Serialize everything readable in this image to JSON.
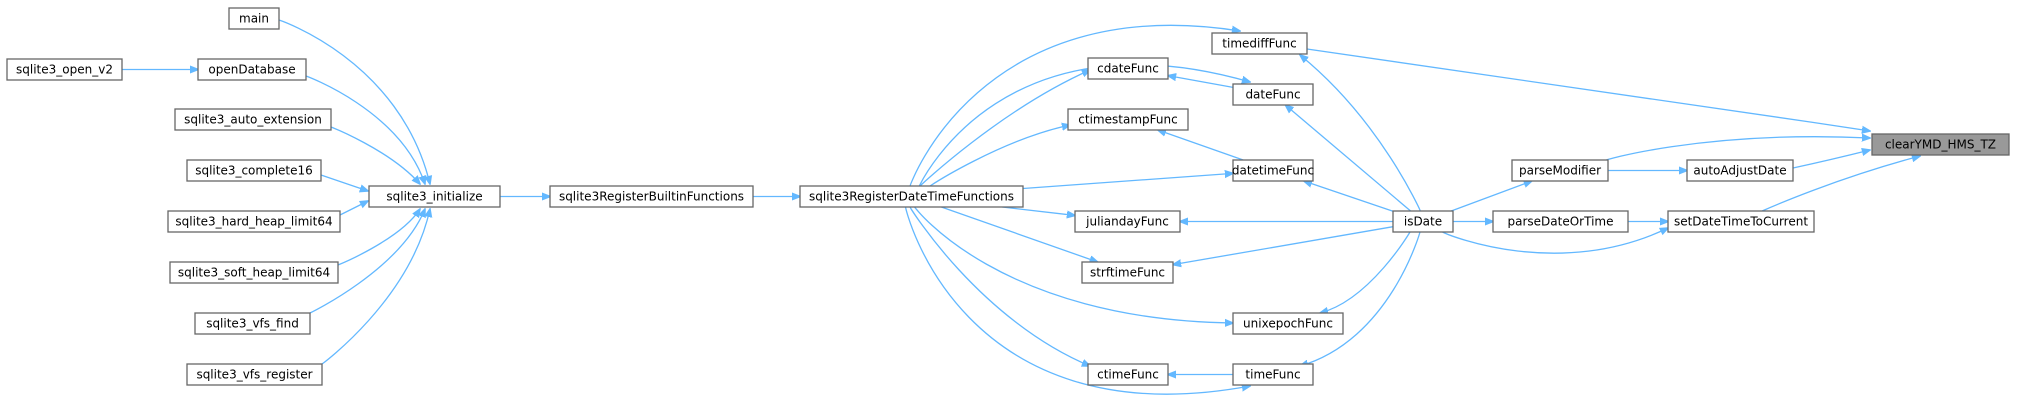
{
  "graph": {
    "nodes": [
      {
        "id": "clearYMD_HMS_TZ",
        "label": "clearYMD_HMS_TZ",
        "root": true
      },
      {
        "id": "timediffFunc",
        "label": "timediffFunc"
      },
      {
        "id": "parseModifier",
        "label": "parseModifier"
      },
      {
        "id": "autoAdjustDate",
        "label": "autoAdjustDate"
      },
      {
        "id": "setDateTimeToCurrent",
        "label": "setDateTimeToCurrent"
      },
      {
        "id": "isDate",
        "label": "isDate"
      },
      {
        "id": "parseDateOrTime",
        "label": "parseDateOrTime"
      },
      {
        "id": "cdateFunc",
        "label": "cdateFunc"
      },
      {
        "id": "dateFunc",
        "label": "dateFunc"
      },
      {
        "id": "ctimestampFunc",
        "label": "ctimestampFunc"
      },
      {
        "id": "datetimeFunc",
        "label": "datetimeFunc"
      },
      {
        "id": "juliandayFunc",
        "label": "juliandayFunc"
      },
      {
        "id": "strftimeFunc",
        "label": "strftimeFunc"
      },
      {
        "id": "unixepochFunc",
        "label": "unixepochFunc"
      },
      {
        "id": "ctimeFunc",
        "label": "ctimeFunc"
      },
      {
        "id": "timeFunc",
        "label": "timeFunc"
      },
      {
        "id": "sqlite3RegisterDateTimeFunctions",
        "label": "sqlite3RegisterDateTimeFunctions"
      },
      {
        "id": "sqlite3RegisterBuiltinFunctions",
        "label": "sqlite3RegisterBuiltinFunctions"
      },
      {
        "id": "sqlite3_initialize",
        "label": "sqlite3_initialize"
      },
      {
        "id": "main",
        "label": "main"
      },
      {
        "id": "openDatabase",
        "label": "openDatabase"
      },
      {
        "id": "sqlite3_open_v2",
        "label": "sqlite3_open_v2"
      },
      {
        "id": "sqlite3_auto_extension",
        "label": "sqlite3_auto_extension"
      },
      {
        "id": "sqlite3_complete16",
        "label": "sqlite3_complete16"
      },
      {
        "id": "sqlite3_hard_heap_limit64",
        "label": "sqlite3_hard_heap_limit64"
      },
      {
        "id": "sqlite3_soft_heap_limit64",
        "label": "sqlite3_soft_heap_limit64"
      },
      {
        "id": "sqlite3_vfs_find",
        "label": "sqlite3_vfs_find"
      },
      {
        "id": "sqlite3_vfs_register",
        "label": "sqlite3_vfs_register"
      }
    ],
    "edges": [
      {
        "from": "timediffFunc",
        "to": "clearYMD_HMS_TZ"
      },
      {
        "from": "parseModifier",
        "to": "clearYMD_HMS_TZ"
      },
      {
        "from": "autoAdjustDate",
        "to": "clearYMD_HMS_TZ"
      },
      {
        "from": "setDateTimeToCurrent",
        "to": "clearYMD_HMS_TZ"
      },
      {
        "from": "isDate",
        "to": "parseModifier"
      },
      {
        "from": "parseModifier",
        "to": "autoAdjustDate"
      },
      {
        "from": "parseDateOrTime",
        "to": "setDateTimeToCurrent"
      },
      {
        "from": "isDate",
        "to": "setDateTimeToCurrent"
      },
      {
        "from": "isDate",
        "to": "parseDateOrTime"
      },
      {
        "from": "isDate",
        "to": "timediffFunc"
      },
      {
        "from": "isDate",
        "to": "dateFunc"
      },
      {
        "from": "isDate",
        "to": "datetimeFunc"
      },
      {
        "from": "isDate",
        "to": "juliandayFunc"
      },
      {
        "from": "isDate",
        "to": "strftimeFunc"
      },
      {
        "from": "isDate",
        "to": "unixepochFunc"
      },
      {
        "from": "isDate",
        "to": "timeFunc"
      },
      {
        "from": "dateFunc",
        "to": "cdateFunc"
      },
      {
        "from": "datetimeFunc",
        "to": "ctimestampFunc"
      },
      {
        "from": "timeFunc",
        "to": "ctimeFunc"
      },
      {
        "from": "sqlite3RegisterDateTimeFunctions",
        "to": "timediffFunc"
      },
      {
        "from": "sqlite3RegisterDateTimeFunctions",
        "to": "cdateFunc"
      },
      {
        "from": "sqlite3RegisterDateTimeFunctions",
        "to": "dateFunc"
      },
      {
        "from": "sqlite3RegisterDateTimeFunctions",
        "to": "ctimestampFunc"
      },
      {
        "from": "sqlite3RegisterDateTimeFunctions",
        "to": "datetimeFunc"
      },
      {
        "from": "sqlite3RegisterDateTimeFunctions",
        "to": "juliandayFunc"
      },
      {
        "from": "sqlite3RegisterDateTimeFunctions",
        "to": "strftimeFunc"
      },
      {
        "from": "sqlite3RegisterDateTimeFunctions",
        "to": "unixepochFunc"
      },
      {
        "from": "sqlite3RegisterDateTimeFunctions",
        "to": "ctimeFunc"
      },
      {
        "from": "sqlite3RegisterDateTimeFunctions",
        "to": "timeFunc"
      },
      {
        "from": "sqlite3RegisterBuiltinFunctions",
        "to": "sqlite3RegisterDateTimeFunctions"
      },
      {
        "from": "sqlite3_initialize",
        "to": "sqlite3RegisterBuiltinFunctions"
      },
      {
        "from": "main",
        "to": "sqlite3_initialize"
      },
      {
        "from": "openDatabase",
        "to": "sqlite3_initialize"
      },
      {
        "from": "sqlite3_open_v2",
        "to": "openDatabase"
      },
      {
        "from": "sqlite3_auto_extension",
        "to": "sqlite3_initialize"
      },
      {
        "from": "sqlite3_complete16",
        "to": "sqlite3_initialize"
      },
      {
        "from": "sqlite3_hard_heap_limit64",
        "to": "sqlite3_initialize"
      },
      {
        "from": "sqlite3_soft_heap_limit64",
        "to": "sqlite3_initialize"
      },
      {
        "from": "sqlite3_vfs_find",
        "to": "sqlite3_initialize"
      },
      {
        "from": "sqlite3_vfs_register",
        "to": "sqlite3_initialize"
      }
    ]
  },
  "colors": {
    "edge": "#63b8ff",
    "node_border": "#666666",
    "root_fill": "#999999"
  }
}
